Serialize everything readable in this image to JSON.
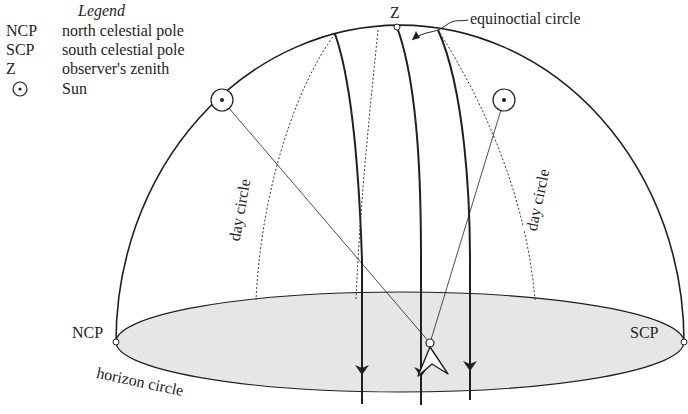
{
  "diagram": {
    "labels": [
      "Legend",
      "NCP",
      "SCP",
      "Z",
      "Z",
      "equinoctial circle",
      "day circle",
      "day circle",
      "NCP",
      "SCP",
      "horizon circle"
    ],
    "legend": [
      {
        "text": "north celestial pole"
      },
      {
        "text": "south celestial pole"
      },
      {
        "text": "observer's zenith"
      },
      {
        "text": "Sun"
      }
    ]
  }
}
